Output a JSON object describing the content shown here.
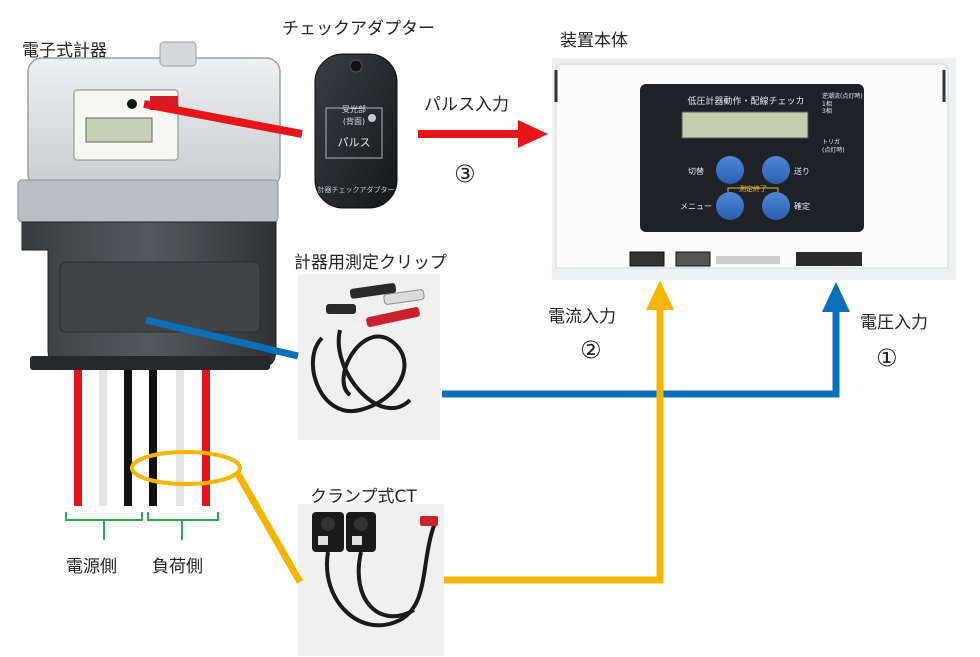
{
  "labels": {
    "meter": "電子式計器",
    "adapter": "チェックアダプター",
    "device": "装置本体",
    "pulse_input": "パルス入力",
    "clip": "計器用測定クリップ",
    "current_input": "電流入力",
    "voltage_input": "電圧入力",
    "clamp": "クランプ式CT",
    "supply_side": "電源側",
    "load_side": "負荷側",
    "num_pulse": "③",
    "num_current": "②",
    "num_voltage": "①"
  },
  "device_panel": {
    "title": "低圧計器動作・配線チェッカ",
    "btn_switch": "切替",
    "btn_next": "送り",
    "btn_menu": "メニュー",
    "btn_confirm": "確定",
    "end_label": "測定終了",
    "side_note_top": "逆潮流(点灯時)",
    "side_note_1": "1相",
    "side_note_3": "3相",
    "side_note_trigger": "トリガ",
    "side_note_trigger2": "(点灯時)"
  },
  "adapter_text": {
    "line1": "受光部",
    "line2": "(背面)",
    "line3": "パルス",
    "bottom": "計器チェックアダプター"
  },
  "colors": {
    "pulse": "#e8141c",
    "voltage": "#0b6fba",
    "current": "#f7b500",
    "bracket": "#2fa84f"
  }
}
